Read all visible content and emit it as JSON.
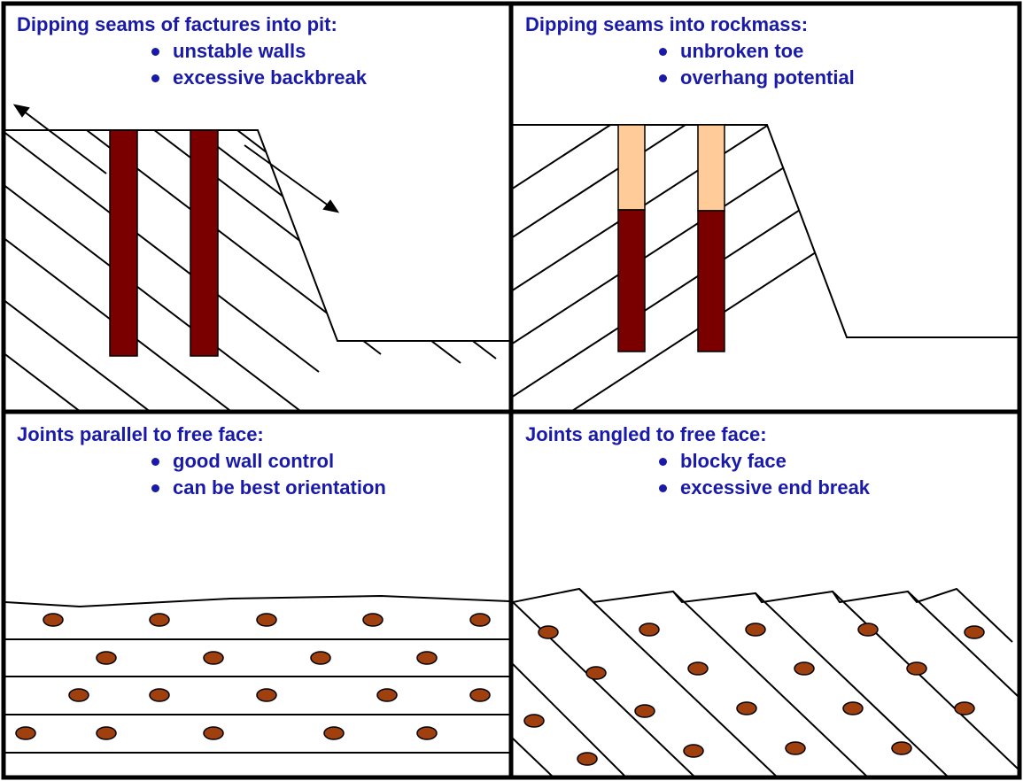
{
  "colors": {
    "text": "#1a1aa8",
    "line": "#000000",
    "explosive": "#7a0000",
    "stemming": "#ffcc99",
    "hole_fill": "#a0400f",
    "hole_stroke": "#000000"
  },
  "panels": [
    {
      "title": "Dipping seams of factures into pit:",
      "bullets": [
        "unstable walls",
        "excessive backbreak"
      ]
    },
    {
      "title": "Dipping seams into rockmass:",
      "bullets": [
        "unbroken toe",
        "overhang potential"
      ]
    },
    {
      "title": "Joints parallel to free face:",
      "bullets": [
        "good wall control",
        "can be best orientation"
      ]
    },
    {
      "title": "Joints angled to free face:",
      "bullets": [
        "blocky face",
        "excessive end break"
      ]
    }
  ]
}
